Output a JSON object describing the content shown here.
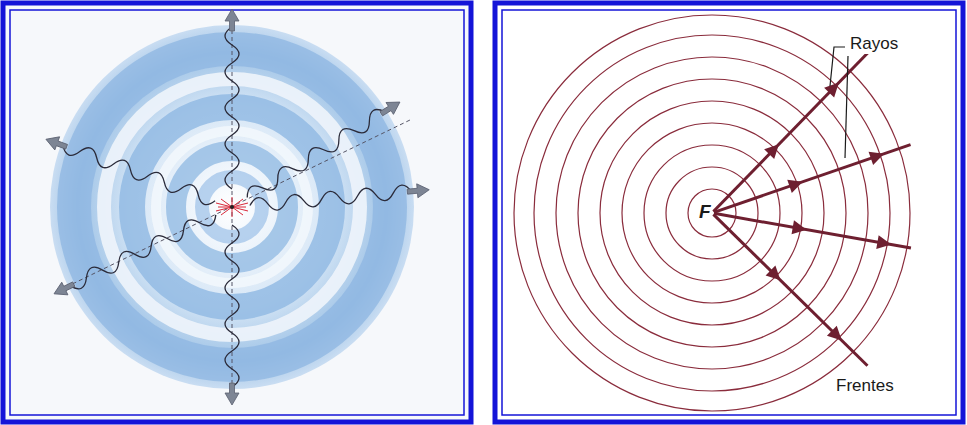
{
  "diagram": {
    "labels": [
      "F",
      "Rayos",
      "Frentes"
    ]
  }
}
